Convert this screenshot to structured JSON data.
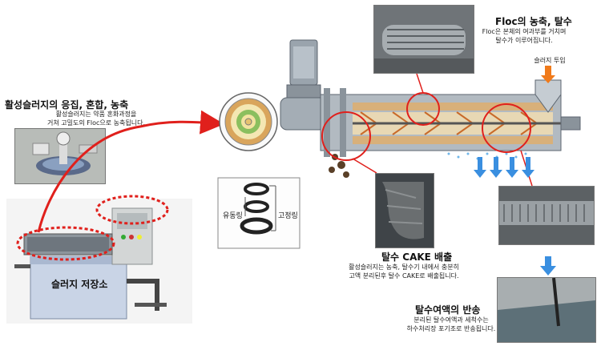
{
  "steps": {
    "flocculation": {
      "title": "활성슬러지의 응집, 혼합, 농축",
      "desc_line1": "활성슬러지는 약품 혼화과정을",
      "desc_line2": "거쳐 고밀도의 Floc으로 농축됩니다."
    },
    "floc_dewatering": {
      "title": "Floc의 농축, 탈수",
      "desc_line1": "Floc은 본체의 여과부를 거치며",
      "desc_line2": "탈수가 이루어집니다."
    },
    "sludge_input": {
      "label": "슬러지 투입"
    },
    "cake_discharge": {
      "title": "탈수 CAKE 배출",
      "desc_line1": "활성슬러지는 농축, 탈수기 내에서 충분히",
      "desc_line2": "고액 분리된후 탈수 CAKE로 배출됩니다."
    },
    "filtrate_return": {
      "title": "탈수여액의 반송",
      "desc_line1": "분리된 탈수여액과 세척수는",
      "desc_line2": "하수처리장 포기조로 반송됩니다."
    }
  },
  "rings": {
    "moving_ring": "유동링",
    "fixed_ring": "고정링"
  },
  "tank": {
    "label": "슬러지 저장소"
  },
  "colors": {
    "arrow_red": "#e0201c",
    "arrow_blue": "#3a8fe0",
    "input_arrow": "#f07a1a",
    "machine_gray": "#9aa4ad",
    "screw_tan": "#d8b07a"
  }
}
